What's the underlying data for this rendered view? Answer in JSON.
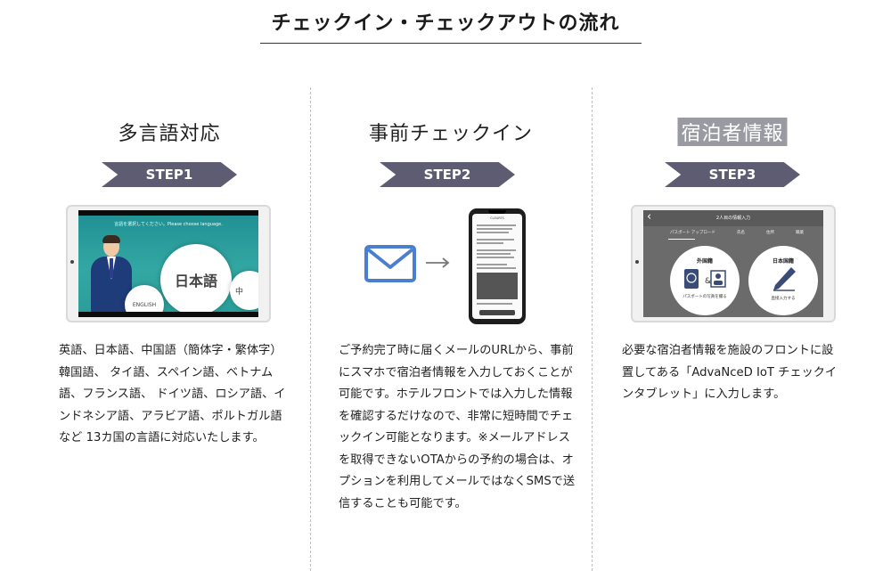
{
  "page": {
    "title": "チェックイン・チェックアウトの流れ"
  },
  "steps": [
    {
      "heading": "多言語対応",
      "label": "STEP1",
      "text": "英語、日本語、中国語（簡体字・繁体字）韓国語、 タイ語、スペイン語、ベトナム語、フランス語、 ドイツ語、ロシア語、インドネシア語、アラビア語、ポルトガル語など 13カ国の言語に対応いたします。",
      "mockup": {
        "prompt": "言語を選択してください。Please choose language.",
        "bubble_main": "日本語",
        "bubble_small": "ENGLISH",
        "bubble_edge": "中"
      }
    },
    {
      "heading": "事前チェックイン",
      "label": "STEP2",
      "text": "ご予約完了時に届くメールのURLから、事前にスマホで宿泊者情報を入力しておくことが可能です。ホテルフロントでは入力した情報を確認するだけなので、非常に短時間でチェックイン可能となります。※メールアドレスを取得できないOTAからの予約の場合は、オプションを利用してメールではなくSMSで送信することも可能です。",
      "mockup": {
        "phone_title": "CLEARTS",
        "envelope_icon": "envelope-icon",
        "arrow_icon": "arrow-right-icon"
      }
    },
    {
      "heading": "宿泊者情報",
      "label": "STEP3",
      "text": "必要な宿泊者情報を施設のフロントに設置してある「AdvaNceD IoT チェックインタブレット」に入力します。",
      "mockup": {
        "header": "2人目の情報入力",
        "tabs": [
          "パスポート アップロード",
          "氏名",
          "住所",
          "職業"
        ],
        "foreign_label": "外国籍",
        "foreign_sub": "パスポートの写真を撮る",
        "japanese_label": "日本国籍",
        "japanese_sub": "直接入力する"
      }
    }
  ]
}
